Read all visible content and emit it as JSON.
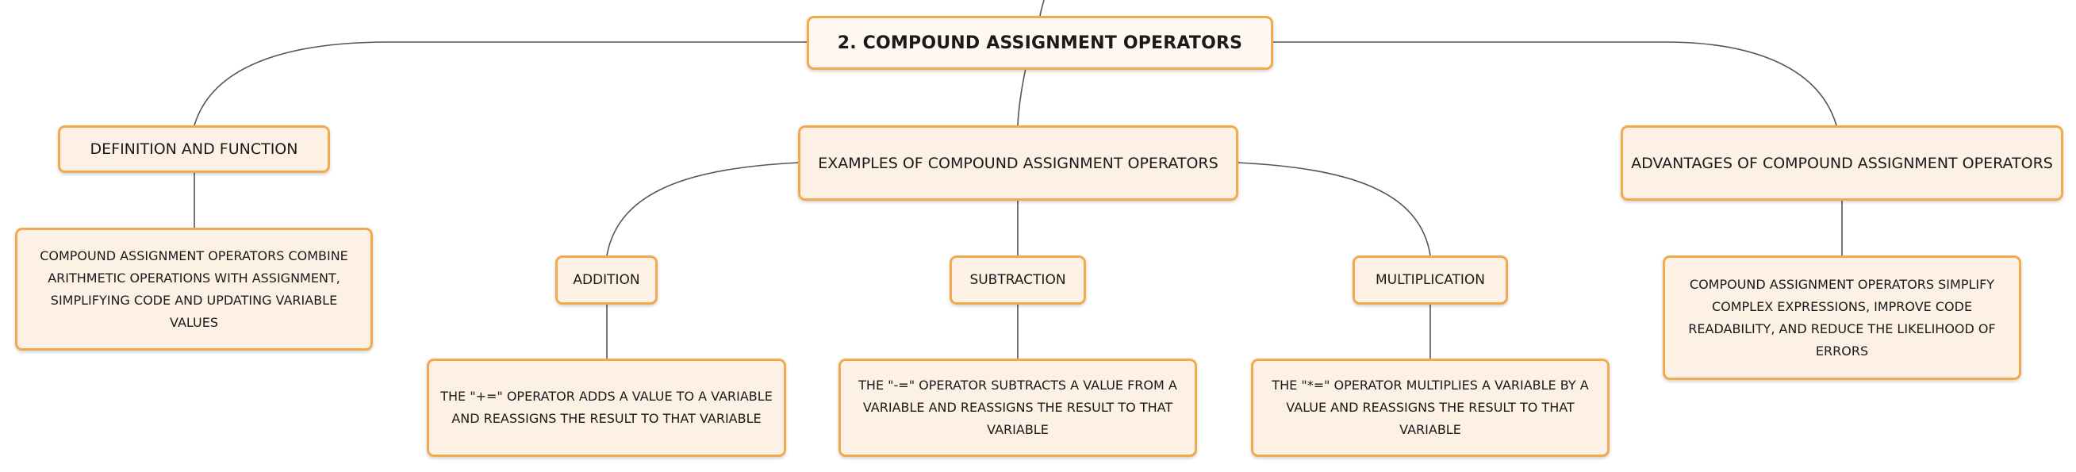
{
  "root": {
    "title": "2. COMPOUND ASSIGNMENT OPERATORS"
  },
  "branches": {
    "definition": {
      "title": "DEFINITION AND FUNCTION",
      "detail": "COMPOUND ASSIGNMENT OPERATORS COMBINE ARITHMETIC OPERATIONS WITH ASSIGNMENT, SIMPLIFYING CODE AND UPDATING VARIABLE VALUES"
    },
    "examples": {
      "title": "EXAMPLES OF COMPOUND ASSIGNMENT OPERATORS",
      "addition": {
        "title": "ADDITION",
        "detail": "THE \"+=\" OPERATOR ADDS A VALUE TO A VARIABLE AND REASSIGNS THE RESULT TO THAT VARIABLE"
      },
      "subtraction": {
        "title": "SUBTRACTION",
        "detail": "THE \"-=\" OPERATOR SUBTRACTS A VALUE FROM A VARIABLE AND REASSIGNS THE RESULT TO THAT VARIABLE"
      },
      "multiplication": {
        "title": "MULTIPLICATION",
        "detail": "THE \"*=\" OPERATOR MULTIPLIES A VARIABLE BY A VALUE AND REASSIGNS THE RESULT TO THAT VARIABLE"
      }
    },
    "advantages": {
      "title": "ADVANTAGES OF COMPOUND ASSIGNMENT OPERATORS",
      "detail": "COMPOUND ASSIGNMENT OPERATORS SIMPLIFY COMPLEX EXPRESSIONS, IMPROVE CODE READABILITY, AND REDUCE THE LIKELIHOOD OF ERRORS"
    }
  },
  "colors": {
    "node_fill": "#fdf1e6",
    "node_border": "#f3a94d",
    "connector": "#555555"
  }
}
